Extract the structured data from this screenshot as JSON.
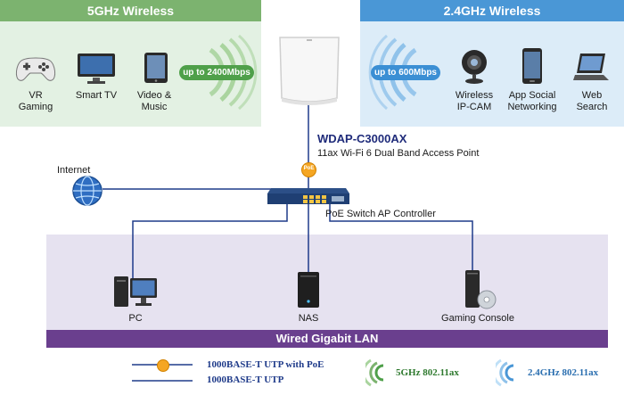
{
  "panel_5ghz": {
    "title": "5GHz Wireless",
    "speed": "up to 2400Mbps",
    "devices": [
      {
        "label": "VR\nGaming",
        "icon": "gamepad-icon"
      },
      {
        "label": "Smart TV",
        "icon": "tv-icon"
      },
      {
        "label": "Video &\nMusic",
        "icon": "tablet-icon"
      }
    ]
  },
  "panel_24ghz": {
    "title": "2.4GHz Wireless",
    "speed": "up to 600Mbps",
    "devices": [
      {
        "label": "Wireless\nIP-CAM",
        "icon": "webcam-icon"
      },
      {
        "label": "App Social\nNetworking",
        "icon": "smartphone-icon"
      },
      {
        "label": "Web\nSearch",
        "icon": "laptop-icon"
      }
    ]
  },
  "access_point": {
    "model": "WDAP-C3000AX",
    "description": "11ax Wi-Fi 6 Dual Band Access Point",
    "poe_badge": "PoE"
  },
  "switch": {
    "label": "PoE Switch AP Controller"
  },
  "internet": {
    "label": "Internet"
  },
  "lan": {
    "title": "Wired Gigabit LAN",
    "devices": [
      {
        "label": "PC",
        "icon": "desktop-pc-icon"
      },
      {
        "label": "NAS",
        "icon": "nas-icon"
      },
      {
        "label": "Gaming Console",
        "icon": "game-console-icon"
      }
    ]
  },
  "legend": {
    "poe_line": "1000BASE-T UTP with PoE",
    "utp_line": "1000BASE-T UTP",
    "band_5": "5GHz 802.11ax",
    "band_24": "2.4GHz 802.11ax"
  },
  "colors": {
    "green": "#7cb36f",
    "blue": "#4a97d6",
    "purple": "#6a3f8e",
    "line": "#1f3b8a",
    "poe": "#f5a623"
  }
}
